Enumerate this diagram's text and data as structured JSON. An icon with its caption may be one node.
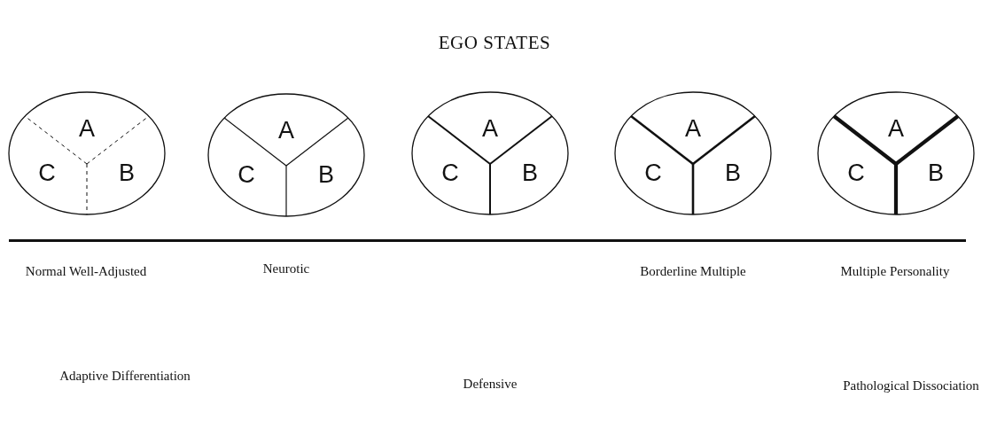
{
  "diagram": {
    "title": "EGO STATES",
    "nodes": [
      {
        "text": [
          "A",
          "C",
          "B"
        ],
        "beside": [
          "Normal Well-Adjusted"
        ]
      },
      {
        "text": [
          "A",
          "C",
          "B"
        ],
        "beside": [
          "Neurotic"
        ]
      },
      {
        "text": [
          "A",
          "C",
          "B"
        ]
      },
      {
        "text": [
          "A",
          "C",
          "B"
        ],
        "beside": [
          "Borderline Multiple"
        ]
      },
      {
        "text": [
          "A",
          "C",
          "B"
        ],
        "beside": [
          "Multiple Personality"
        ]
      }
    ],
    "labels": [
      "Adaptive Differentiation",
      "Defensive",
      "Pathological Dissociation"
    ]
  }
}
